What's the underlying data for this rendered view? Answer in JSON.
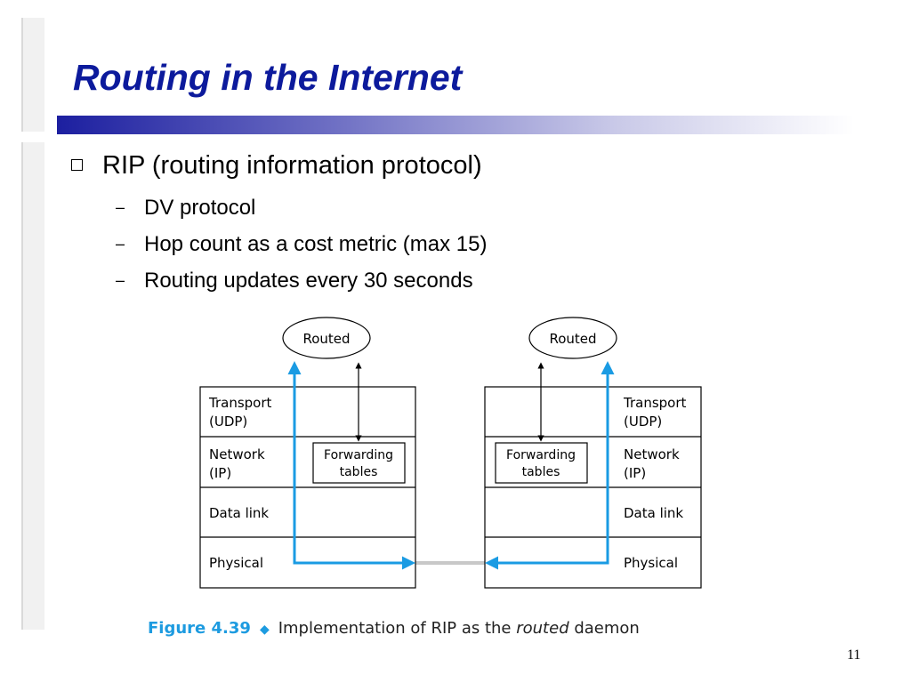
{
  "slide": {
    "title": "Routing in the Internet",
    "page_number": "11"
  },
  "bullets": {
    "main": "RIP (routing information protocol)",
    "sub": [
      "DV protocol",
      "Hop count as a cost metric (max 15)",
      "Routing updates every 30 seconds"
    ]
  },
  "diagram": {
    "left_host": {
      "process": "Routed",
      "layers": [
        {
          "name": "Transport",
          "detail": "(UDP)"
        },
        {
          "name": "Network",
          "detail": "(IP)"
        },
        {
          "name": "Data link",
          "detail": ""
        },
        {
          "name": "Physical",
          "detail": ""
        }
      ],
      "table_line1": "Forwarding",
      "table_line2": "tables"
    },
    "right_host": {
      "process": "Routed",
      "layers": [
        {
          "name": "Transport",
          "detail": "(UDP)"
        },
        {
          "name": "Network",
          "detail": "(IP)"
        },
        {
          "name": "Data link",
          "detail": ""
        },
        {
          "name": "Physical",
          "detail": ""
        }
      ],
      "table_line1": "Forwarding",
      "table_line2": "tables"
    },
    "colors": {
      "path": "#1a9be3",
      "link": "#c8c8c8",
      "title": "#0c1a9c",
      "caption_accent": "#1d9be0"
    }
  },
  "caption": {
    "figure": "Figure 4.39",
    "text_before": "Implementation of RIP as the ",
    "text_italic": "routed",
    "text_after": " daemon"
  }
}
